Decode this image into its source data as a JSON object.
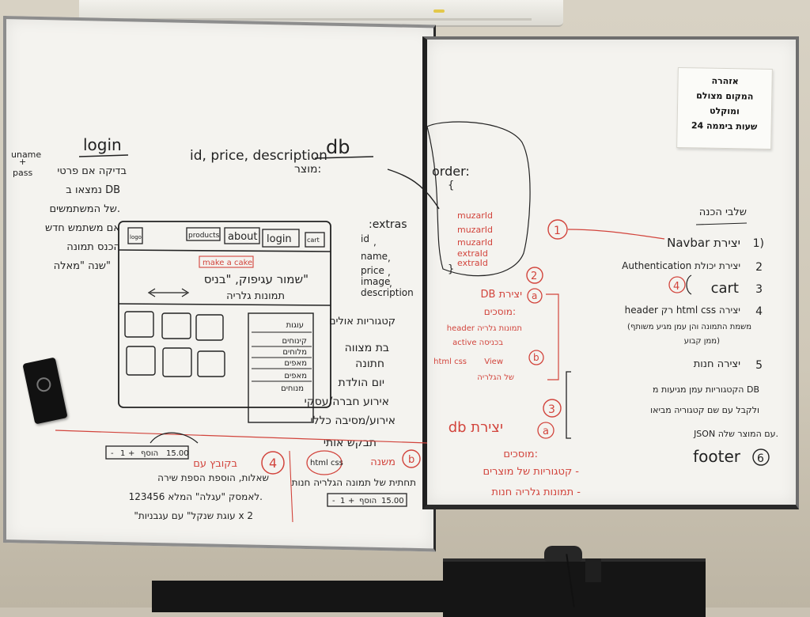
{
  "note": {
    "lines": [
      "אזהרה",
      "המקום מצולם",
      "ומוקלט",
      "24 שעות ביממה"
    ]
  },
  "left_board": {
    "login_title": "login",
    "uname": "uname",
    "plus": "+",
    "pass": "pass",
    "login_notes": [
      "בדיקה אם פרטי",
      "נמצאו ב DB",
      "של המשתמשים.",
      "אם משתמש חדש",
      "הכנס תמונה",
      "שנה \"מאלה\""
    ],
    "db_title": "db",
    "fields": "id, price, description",
    "product_label": "מוצר:",
    "extras_title": ":extras",
    "extras_fields": [
      "id",
      ",",
      "name",
      ",",
      "price",
      ",",
      "image",
      ",",
      "description"
    ],
    "wireframe": {
      "logo": "logo",
      "nav": [
        "products",
        "about",
        "login",
        "cart"
      ],
      "make_a_cake": "make a cake",
      "hero_line1": "שמור עגיפוק, \"בניס\"",
      "hero_line2": "תמונות גלריה",
      "menu_items": [
        "עוגות",
        "קינוחים",
        "מלוחים",
        "מאפים",
        "מאפים",
        "מנוחים"
      ]
    },
    "categories_title": "קטגוריות אולים",
    "category_list": [
      "בת מצווה",
      "חתונה",
      "יום הולדת",
      "אירוע חברה/עסקי",
      "אירוע/מסיבה כללי",
      "תבקש אותי"
    ],
    "bottom": {
      "cart_bar": [
        "-",
        "1",
        "+",
        "הוסף",
        "15.00"
      ],
      "step4": "4",
      "step4_title": "בקובץ עם",
      "step4_lines": [
        "שאלות, הוספת הספת שירה",
        "לאמסק \"עגלה\" המלא 123456.",
        "\"עוגת שנקל\" עם עגבניות x 2"
      ],
      "css_text": "html css",
      "step_b": "b",
      "step_b_title": "משנה",
      "step_b_line": "תחתית של תמונה הגלריה חנות",
      "cart_bar2": [
        "-",
        "1",
        "+",
        "הוסף",
        "15.00"
      ]
    }
  },
  "right_board": {
    "order_title": "order:",
    "brace_open": "{",
    "order_items": [
      "muzarId",
      "muzarId",
      "muzarId",
      "extraId",
      "extraId"
    ],
    "brace_close": "}",
    "steps_title": "שלבי הכנה",
    "steps": [
      {
        "num": "1)",
        "text": "Navbar יצירת"
      },
      {
        "num": "2",
        "text": "Authentication יצירת יכולת"
      },
      {
        "num": "3",
        "text": "cart"
      },
      {
        "num": "4",
        "text": "header רק html css יצירה"
      },
      {
        "num": "",
        "text": "(משמת התמונה והן עמן מגיע משותף"
      },
      {
        "num": "",
        "text": "ממן קבוע)"
      },
      {
        "num": "5",
        "text": "יצירה חנות"
      },
      {
        "num": "",
        "text": "הקטגוריות עמן מגיעות מ DB"
      },
      {
        "num": "",
        "text": "ולקבל עם שם קטגוריה מביאו"
      },
      {
        "num": "",
        "text": "JSON עם המוצר שלה."
      },
      {
        "num": "6",
        "text": "footer"
      }
    ],
    "red_circles": [
      "1",
      "2",
      "4",
      "3"
    ],
    "red_a": "a",
    "red_b": "b",
    "red_db_create": "DB יצירת",
    "red_mosach": "מוסכים:",
    "red_notes": [
      "header תמונות גלריה",
      "active בכניסה",
      "html css",
      "View",
      "של הגלריה"
    ],
    "red_db2": "db יצירת",
    "red_a2": "a",
    "red_list": [
      "מוסכים:",
      "קטגוריות של מוצרים -",
      "תמונות גלריה חנות -"
    ]
  }
}
